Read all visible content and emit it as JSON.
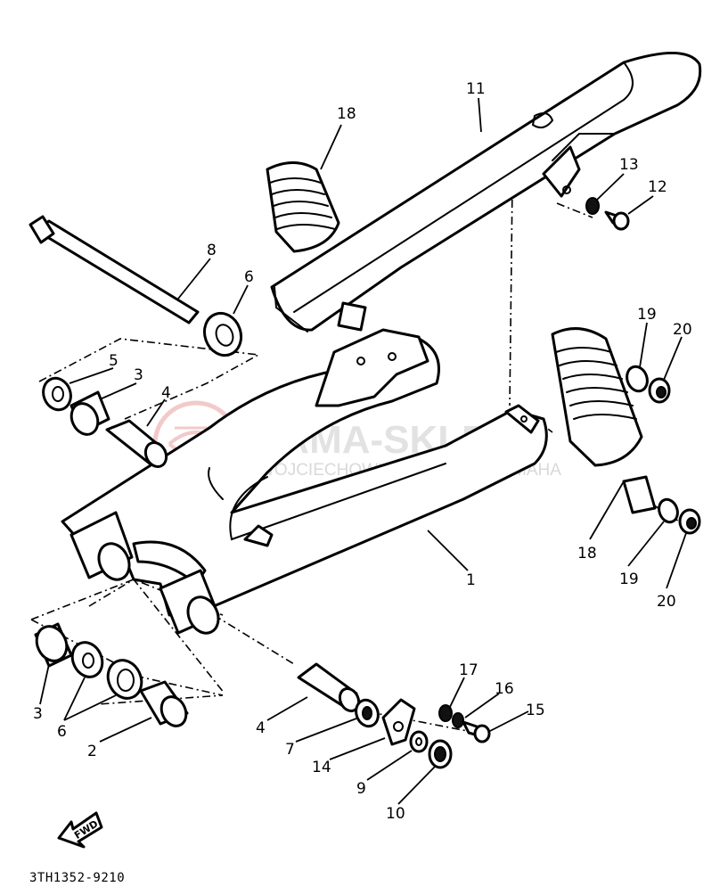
{
  "diagram": {
    "part_code": "3TH1352-9210",
    "direction_label": "FWD",
    "callouts": [
      "1",
      "2",
      "3",
      "3",
      "4",
      "4",
      "5",
      "6",
      "6",
      "7",
      "8",
      "9",
      "10",
      "11",
      "12",
      "13",
      "14",
      "15",
      "16",
      "17",
      "18",
      "18",
      "19",
      "19",
      "20",
      "20"
    ]
  },
  "watermark": {
    "title": "YAMA-SKLEP",
    "subtitle": "WOJCIECHOWICZ | DEALER YAMAHA",
    "logo_color": "#e8a0a0"
  }
}
